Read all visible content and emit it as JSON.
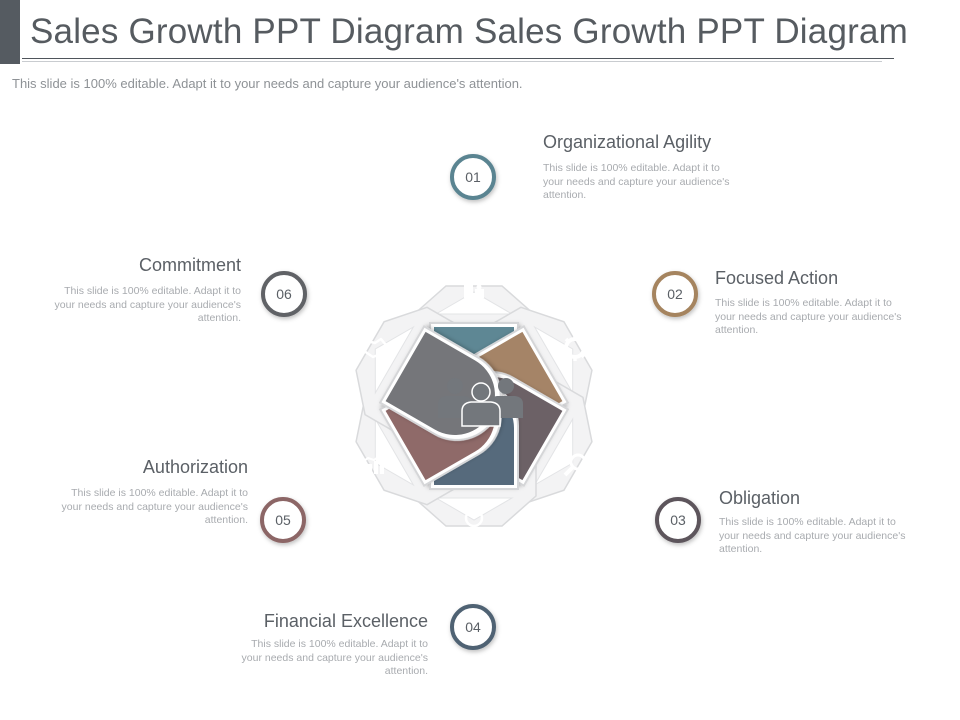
{
  "slide": {
    "title": "Sales Growth PPT Diagram Sales Growth PPT Diagram",
    "subtitle": "This slide is 100% editable. Adapt it to your needs and capture your audience's attention."
  },
  "center_icon": "people-group-icon",
  "steps": [
    {
      "number": "01",
      "label": "Organizational Agility",
      "desc": "This slide is 100% editable. Adapt it to your needs and capture your audience's attention.",
      "color": "#5e8794",
      "icon": "puzzle-icon"
    },
    {
      "number": "02",
      "label": "Focused Action",
      "desc": "This slide is 100% editable. Adapt it to your needs and capture your audience's attention.",
      "color": "#a58467",
      "icon": "gear-icon"
    },
    {
      "number": "03",
      "label": "Obligation",
      "desc": "This slide is 100% editable. Adapt it to your needs and capture your audience's attention.",
      "color": "#6c6166",
      "icon": "magnifier-icon"
    },
    {
      "number": "04",
      "label": "Financial Excellence",
      "desc": "This slide is 100% editable. Adapt it to your needs and capture your audience's attention.",
      "color": "#566a7c",
      "icon": "lightbulb-icon"
    },
    {
      "number": "05",
      "label": "Authorization",
      "desc": "This slide is 100% editable. Adapt it to your needs and capture your audience's attention.",
      "color": "#8f6a69",
      "icon": "growth-chart-icon"
    },
    {
      "number": "06",
      "label": "Commitment",
      "desc": "This slide is 100% editable. Adapt it to your needs and capture your audience's attention.",
      "color": "#75767a",
      "icon": "handshake-icon"
    }
  ]
}
